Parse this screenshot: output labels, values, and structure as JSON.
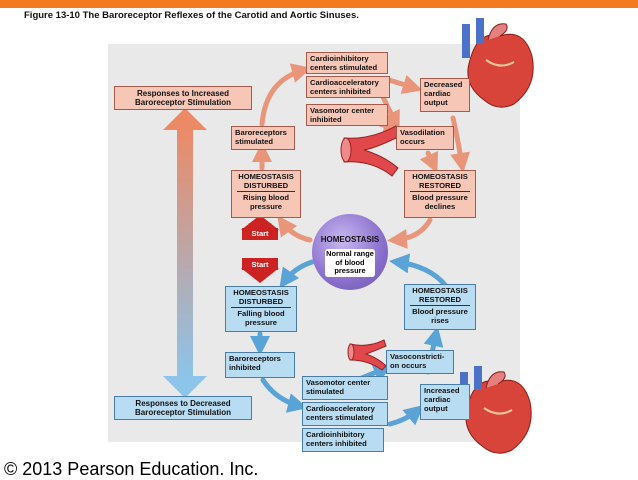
{
  "figure_title": "Figure 13-10 The Baroreceptor Reflexes of the Carotid and Aortic Sinuses.",
  "copyright": "© 2013 Pearson Education. Inc.",
  "responses_increased": "Responses to Increased Baroreceptor Stimulation",
  "responses_decreased": "Responses to Decreased Baroreceptor Stimulation",
  "homeostasis": {
    "title": "HOMEOSTASIS",
    "text": "Normal range of blood pressure"
  },
  "start_label": "Start",
  "upper": {
    "cardioinhibitory": "Cardioinhibitory centers stimulated",
    "cardioacceleratory": "Cardioacceleratory centers inhibited",
    "vasomotor": "Vasomotor center inhibited",
    "decreased_output": "Decreased cardiac output",
    "baroreceptors": "Baroreceptors stimulated",
    "vasodilation": "Vasodilation occurs",
    "disturbed_head": "HOMEOSTASIS DISTURBED",
    "disturbed_text": "Rising blood pressure",
    "restored_head": "HOMEOSTASIS RESTORED",
    "restored_text": "Blood pressure declines"
  },
  "lower": {
    "disturbed_head": "HOMEOSTASIS DISTURBED",
    "disturbed_text": "Falling blood pressure",
    "restored_head": "HOMEOSTASIS RESTORED",
    "restored_text": "Blood pressure rises",
    "baroreceptors": "Baroreceptors inhibited",
    "vasoconstriction": "Vasoconstricti- on occurs",
    "vasomotor": "Vasomotor center stimulated",
    "cardioacceleratory": "Cardioacceleratory centers stimulated",
    "cardioinhibitory": "Cardioinhibitory centers inhibited",
    "increased_output": "Increased cardiac output"
  },
  "colors": {
    "orange_bar": "#f47a1f",
    "red_box": "#f6c6b7",
    "blue_box": "#b8dcf2",
    "arrow_red": "#e8957a",
    "arrow_blue": "#5aa3d6",
    "homeostasis": "#8a6fcc"
  }
}
